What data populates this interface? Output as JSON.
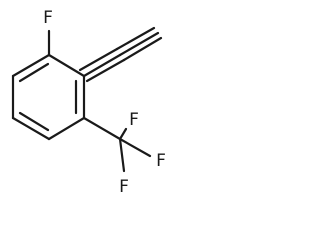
{
  "molecule": {
    "atoms": {
      "fluorine_ring": "F",
      "fluorine_cf3_top": "F",
      "fluorine_cf3_right": "F",
      "fluorine_cf3_bottom": "F"
    },
    "bond_color": "#1a1a1a",
    "label_color": "#1a1a1a"
  }
}
